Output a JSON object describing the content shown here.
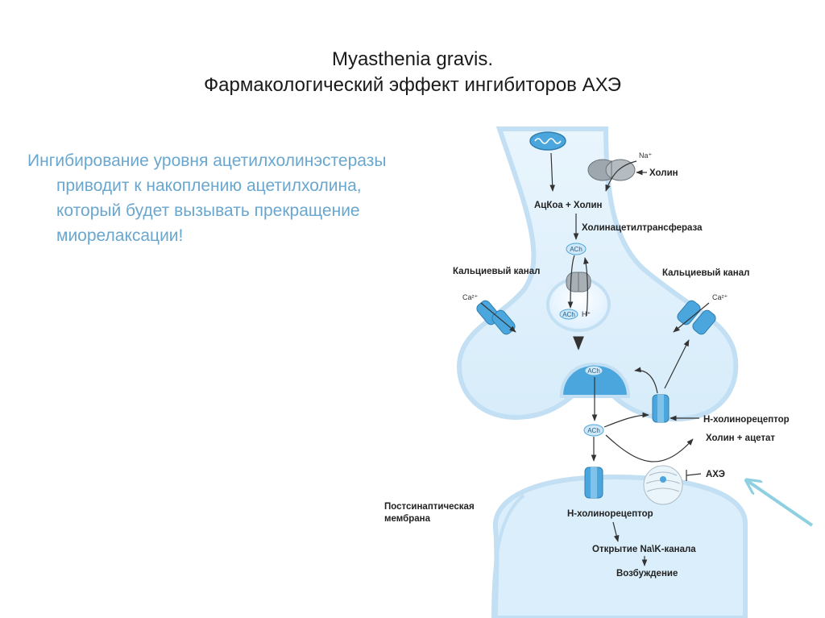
{
  "slide": {
    "title_line1": "Myasthenia gravis.",
    "title_line2": "Фармакологический эффект ингибиторов АХЭ",
    "text_lines": [
      "Ингибирование уровня ацетилхолинэстеразы",
      "приводит к накоплению ацетилхолина,",
      "который будет вызывать прекращение",
      "миорелаксации!"
    ]
  },
  "diagram": {
    "na_ion": "Na⁺",
    "choline": "Холин",
    "acetylcoa_choline": "АцКоа + Холин",
    "choline_acetyltransferase": "Холинацетилтрансфераза",
    "ach": "ACh",
    "calcium_channel_left": "Кальциевый канал",
    "calcium_channel_right": "Кальциевый канал",
    "ca_ion_left": "Ca²⁺",
    "ca_ion_right": "Ca²⁺",
    "h_ion": "H⁺",
    "n_cholinoreceptor_pre": "Н-холинорецептор",
    "choline_acetate": "Холин + ацетат",
    "ache": "АХЭ",
    "postsynaptic_membrane_l1": "Постсинаптическая",
    "postsynaptic_membrane_l2": "мембрана",
    "n_cholinoreceptor_post": "Н-холинорецептор",
    "na_k_channel_opening": "Открытие Na\\K-канала",
    "excitation": "Возбуждение"
  },
  "colors": {
    "title": "#1a1a1a",
    "text": "#6aa7cf",
    "membrane_fill": "#dbeefb",
    "membrane_edge": "#c2dff3",
    "protein": "#4aa6dc",
    "pointer_arrow": "#8fd0e0"
  }
}
